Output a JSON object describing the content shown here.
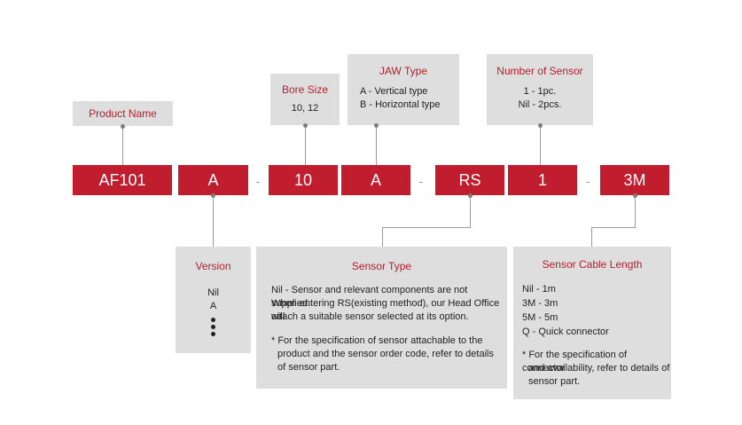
{
  "codes": {
    "model": "AF101",
    "version": "A",
    "bore": "10",
    "jaw": "A",
    "sensor": "RS",
    "num_sensor": "1",
    "cable": "3M",
    "separator": "-"
  },
  "product_name": {
    "title": "Product Name"
  },
  "bore_size": {
    "title": "Bore Size",
    "value": "10, 12"
  },
  "jaw_type": {
    "title": "JAW Type",
    "line1": "A - Vertical type",
    "line2": "B - Horizontal type"
  },
  "number_of_sensor": {
    "title": "Number of Sensor",
    "line1": "1 - 1pc.",
    "line2": "Nil - 2pcs."
  },
  "version": {
    "title": "Version",
    "line1": "Nil",
    "line2": "A"
  },
  "sensor_type": {
    "title": "Sensor Type",
    "desc1": "Nil - Sensor and relevant components are not supplied.",
    "desc2": "When entering RS(existing method), our Head Office will",
    "desc3": "attach a suitable sensor selected at its option.",
    "note1": "* For the specification of sensor attachable to the",
    "note2": "product and the sensor order code, refer to details",
    "note3": "of sensor part."
  },
  "sensor_cable_length": {
    "title": "Sensor Cable Length",
    "opt1": "Nil - 1m",
    "opt2": "3M - 3m",
    "opt3": "5M - 5m",
    "opt4": "Q - Quick connector",
    "note1": "* For the specification of connector",
    "note2": "and availability, refer to details of",
    "note3": "sensor part."
  },
  "colors": {
    "accent": "#c01d2f",
    "title_red": "#b5202e",
    "box_gray": "#dedede",
    "connector": "#9a9a9a"
  }
}
